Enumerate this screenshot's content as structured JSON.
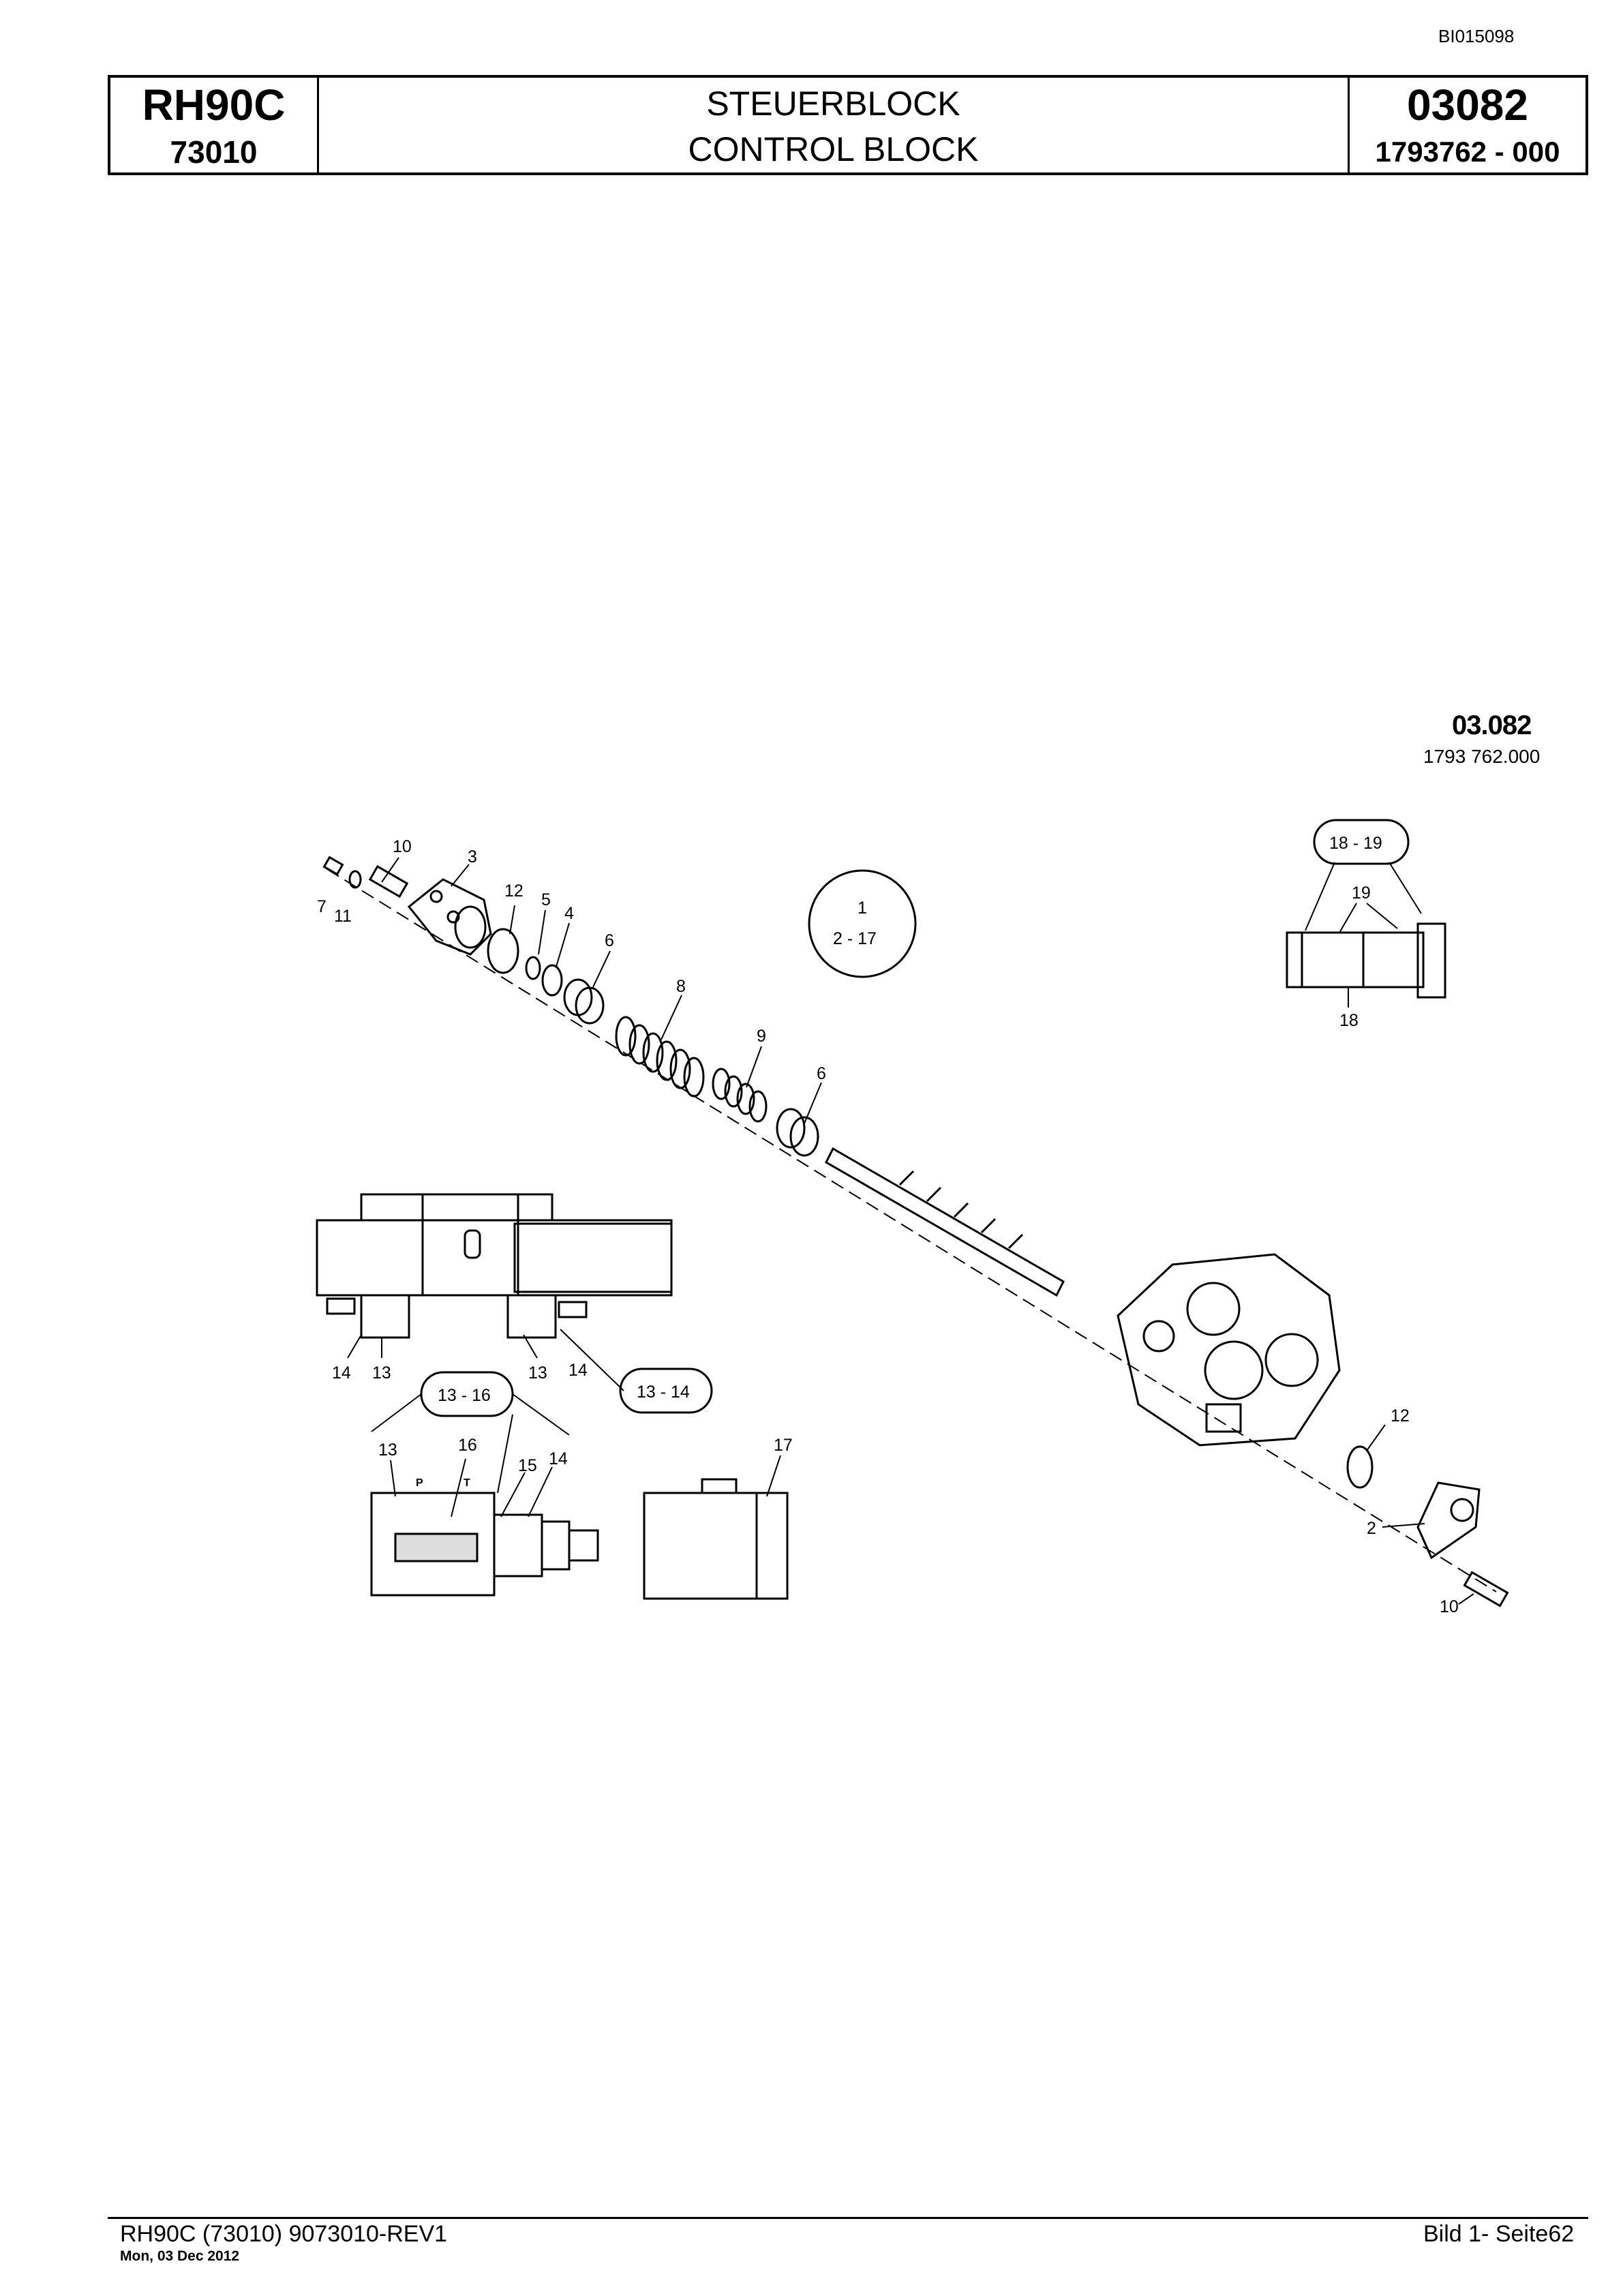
{
  "document_id": "BI015098",
  "header": {
    "model": "RH90C",
    "model_number": "73010",
    "title_de": "STEUERBLOCK",
    "title_en": "CONTROL BLOCK",
    "group_number": "03082",
    "part_number": "1793762  - 000"
  },
  "figure": {
    "code": "03.082",
    "part_number": "1793 762.000",
    "callouts": {
      "c1": "1",
      "c2": "2",
      "c3": "3",
      "c4": "4",
      "c5": "5",
      "c6": "6",
      "c7": "7",
      "c8": "8",
      "c9": "9",
      "c10": "10",
      "c11": "11",
      "c12": "12",
      "c13": "13",
      "c14": "14",
      "c15": "15",
      "c16": "16",
      "c17": "17",
      "c18": "18",
      "c19": "19"
    },
    "groups": {
      "g2_17": "2  -  17",
      "g18_19": "18 - 19",
      "g13_16": "13 - 16",
      "g13_14": "13 - 14"
    },
    "port_labels": {
      "p": "P",
      "t": "T"
    }
  },
  "footer": {
    "left": "RH90C (73010) 9073010-REV1",
    "date": "Mon, 03 Dec 2012",
    "right": "Bild  1- Seite62"
  }
}
